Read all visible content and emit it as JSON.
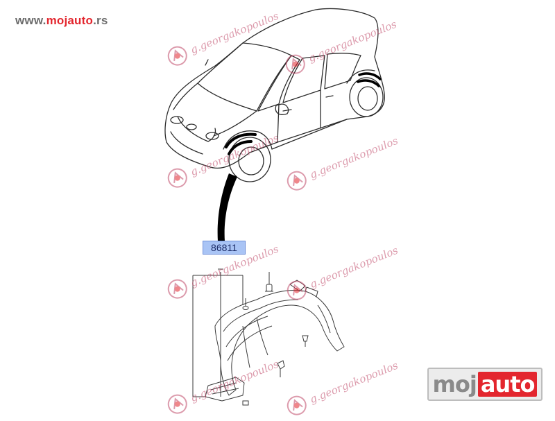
{
  "header": {
    "url_prefix": "www.",
    "url_brand": "mojauto",
    "url_suffix": ".rs"
  },
  "diagram": {
    "part_number": "86811"
  },
  "watermark": {
    "text": "g.georgakopoulos"
  },
  "logo": {
    "left": "moj",
    "right": "auto"
  },
  "colors": {
    "brand_red": "#e3262e",
    "url_gray": "#6b6b6b",
    "part_label_bg": "#a9c4f5"
  }
}
